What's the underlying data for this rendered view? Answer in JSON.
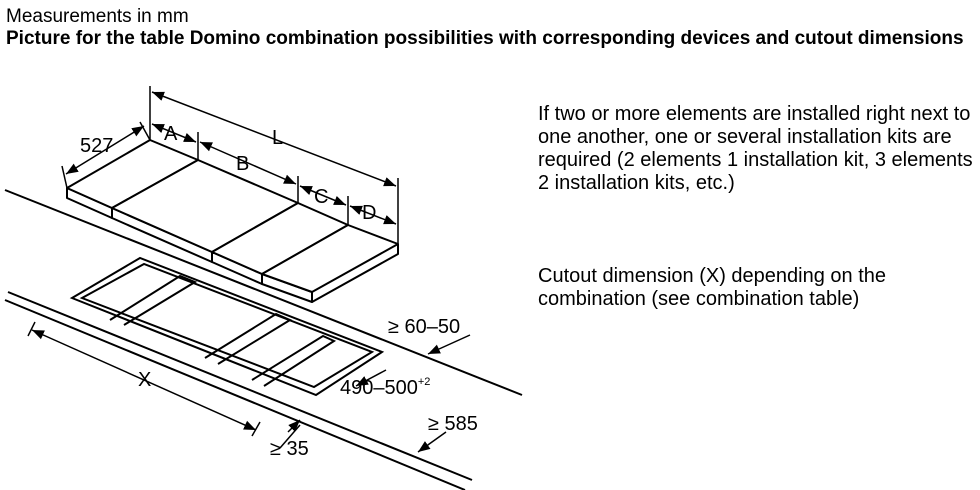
{
  "header": {
    "units": "Measurements in mm",
    "title": "Picture for the table Domino combination possibilities with corresponding devices and cutout dimensions"
  },
  "notes": [
    "If two or more elements are installed right next to one another, one or several installation kits are required (2 elements 1 installation kit, 3 elements 2 installation kits, etc.)",
    "Cutout dimension (X) depending on the combination (see combination table)"
  ],
  "dimensions": {
    "depth": "527",
    "width_a": "A",
    "width_b": "B",
    "width_c": "C",
    "width_d": "D",
    "total_length": "L",
    "cutout_x": "X",
    "front_gap": "≥ 60–50",
    "cutout_depth": "490–500",
    "cutout_depth_tol": "+2",
    "worktop_depth": "≥ 585",
    "side_gap": "≥ 35"
  }
}
